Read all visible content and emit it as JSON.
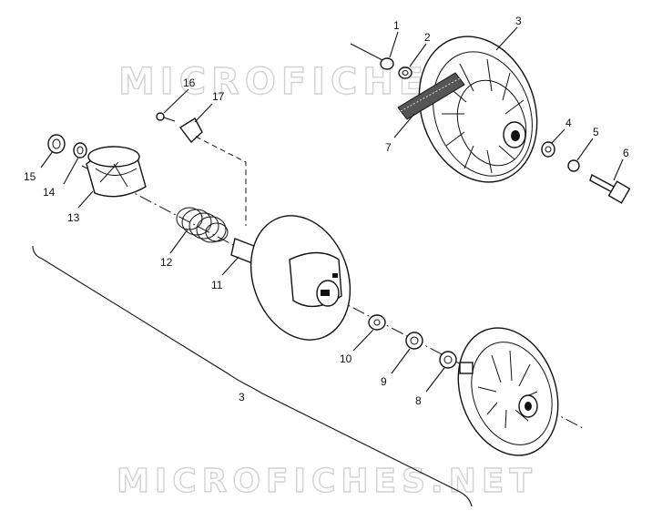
{
  "watermarks": {
    "top": "MICROFICHES",
    "bottom": "MICROFICHES.NET"
  },
  "callouts": [
    "1",
    "2",
    "3",
    "4",
    "5",
    "6",
    "7",
    "16",
    "17",
    "15",
    "14",
    "13",
    "12",
    "11",
    "10",
    "9",
    "8",
    "3"
  ],
  "colors": {
    "ink": "#111111",
    "watermark": "#d2d2d2",
    "background": "#ffffff"
  }
}
